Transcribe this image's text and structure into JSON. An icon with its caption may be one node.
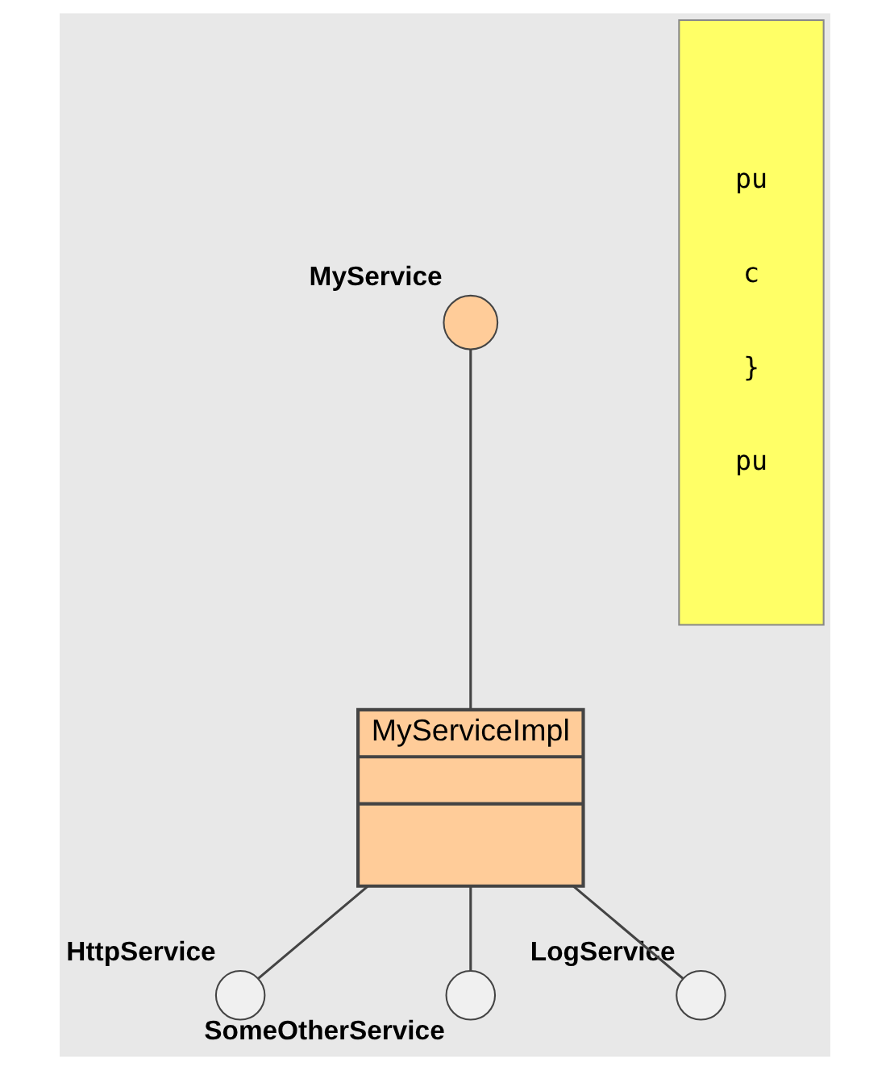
{
  "diagram": {
    "nodes": [
      {
        "text": [],
        "shape": "circle",
        "beside": [
          "MyService"
        ]
      },
      {
        "text": [
          "MyServiceImpl"
        ]
      },
      {
        "text": [],
        "shape": "arc",
        "beside": [
          "HttpService"
        ]
      },
      {
        "text": [],
        "shape": "arc",
        "beside": [
          "SomeOtherService"
        ]
      },
      {
        "text": [],
        "shape": "arc",
        "beside": [
          "LogService"
        ]
      },
      {
        "text": [
          "pu",
          "c",
          "}",
          "pu"
        ]
      }
    ],
    "edges": [
      {
        "from": 0,
        "to": 1,
        "arrow": "none"
      },
      {
        "from": 1,
        "to": 2,
        "arrow": "none"
      },
      {
        "from": 1,
        "to": 3,
        "arrow": "none"
      },
      {
        "from": 1,
        "to": 4,
        "arrow": "none"
      }
    ]
  }
}
